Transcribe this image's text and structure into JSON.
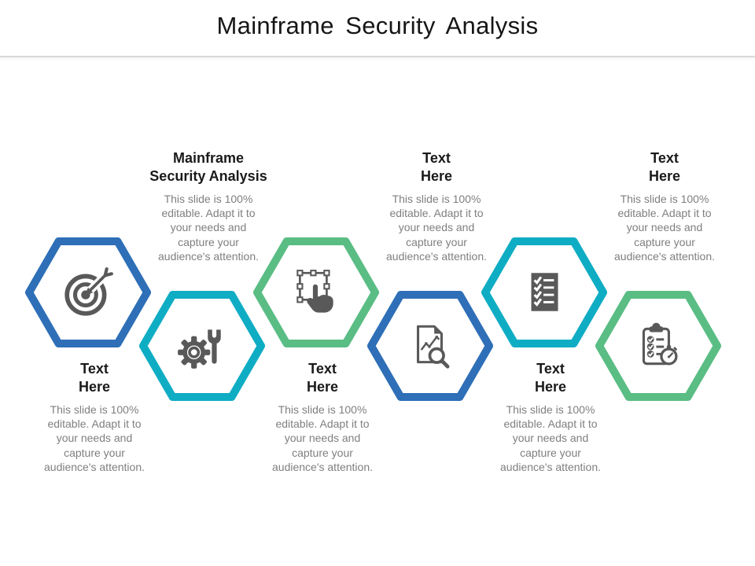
{
  "slide": {
    "title": "Mainframe Security Analysis"
  },
  "colors": {
    "hex_blue": "#2e6fb7",
    "hex_teal": "#0fadc4",
    "hex_green": "#5abd84",
    "icon_gray": "#595959",
    "heading_text": "#1a1a1a",
    "body_text": "#7f7f7f",
    "divider": "#d9d9d9"
  },
  "items": [
    {
      "heading": "Text\nHere",
      "body": "This slide is 100%\neditable. Adapt it to\nyour needs and\ncapture your\naudience's attention.",
      "icon": "target-icon",
      "color": "#2e6fb7",
      "text_position": "below"
    },
    {
      "heading": "Mainframe\nSecurity Analysis",
      "body": "This slide is 100%\neditable. Adapt it to\nyour needs and\ncapture your\naudience's attention.",
      "icon": "gear-wrench-icon",
      "color": "#0fadc4",
      "text_position": "above"
    },
    {
      "heading": "Text\nHere",
      "body": "This slide is 100%\neditable. Adapt it to\nyour needs and\ncapture your\naudience's attention.",
      "icon": "select-hand-icon",
      "color": "#5abd84",
      "text_position": "below"
    },
    {
      "heading": "Text\nHere",
      "body": "This slide is 100%\neditable. Adapt it to\nyour needs and\ncapture your\naudience's attention.",
      "icon": "document-search-icon",
      "color": "#2e6fb7",
      "text_position": "above"
    },
    {
      "heading": "Text\nHere",
      "body": "This slide is 100%\neditable. Adapt it to\nyour needs and\ncapture your\naudience's attention.",
      "icon": "checklist-icon",
      "color": "#0fadc4",
      "text_position": "below"
    },
    {
      "heading": "Text\nHere",
      "body": "This slide is 100%\neditable. Adapt it to\nyour needs and\ncapture your\naudience's attention.",
      "icon": "clipboard-stopwatch-icon",
      "color": "#5abd84",
      "text_position": "above"
    }
  ]
}
